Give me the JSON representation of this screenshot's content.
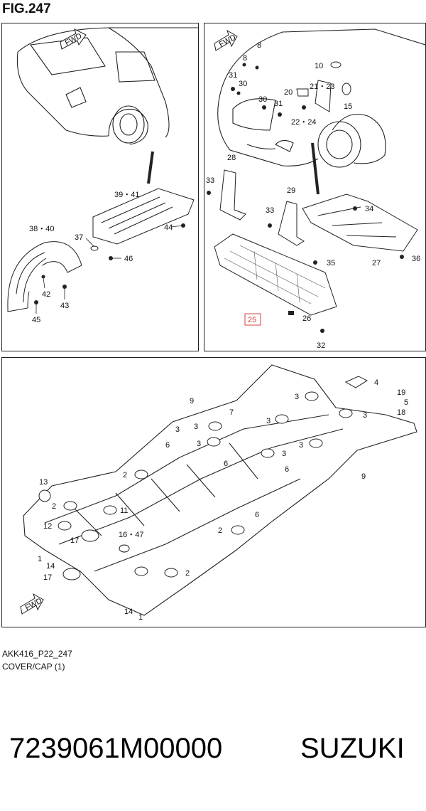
{
  "figure_title": "FIG.247",
  "fwd_label": "FWD",
  "left_panel": {
    "labels": [
      "39・41",
      "38・40",
      "37",
      "44",
      "46",
      "42",
      "43",
      "45"
    ]
  },
  "right_panel": {
    "labels": [
      "8",
      "8",
      "31",
      "30",
      "30",
      "31",
      "10",
      "21・23",
      "20",
      "15",
      "22・24",
      "28",
      "33",
      "29",
      "33",
      "34",
      "35",
      "27",
      "36",
      "25",
      "26",
      "32"
    ],
    "highlighted_label": "25",
    "highlight_color": "#d04040"
  },
  "bottom_panel": {
    "labels": [
      "9",
      "7",
      "3",
      "3",
      "3",
      "3",
      "3",
      "3",
      "3",
      "3",
      "4",
      "19",
      "5",
      "18",
      "6",
      "6",
      "6",
      "6",
      "2",
      "2",
      "2",
      "2",
      "13",
      "9",
      "11",
      "12",
      "17",
      "16・47",
      "1",
      "14",
      "17",
      "14",
      "1"
    ]
  },
  "footer": {
    "code": "AKK416_P22_247",
    "caption": "COVER/CAP (1)"
  },
  "part_number": "7239061M00000",
  "brand": "SUZUKI"
}
